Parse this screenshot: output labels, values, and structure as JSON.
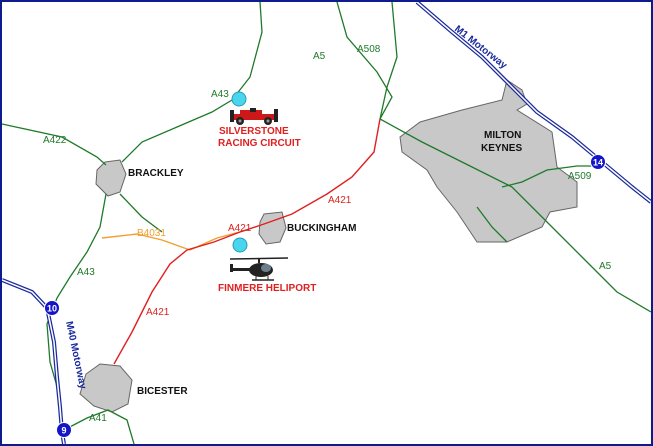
{
  "colors": {
    "green_road": "#1f7a2a",
    "red_road": "#e02020",
    "orange_road": "#f0a030",
    "motorway": "#1a2a9c",
    "town_fill": "#c8c8c8",
    "town_stroke": "#666666",
    "poi_text": "#e02020",
    "marker": "#49d5ee",
    "junction": "#1414c8"
  },
  "roads": {
    "a43_north": "A43",
    "a5_north": "A5",
    "a508": "A508",
    "a422": "A422",
    "a421_east": "A421",
    "a421_mid": "A421",
    "a421_south": "A421",
    "b4031": "B4031",
    "a43_south": "A43",
    "a41": "A41",
    "a509": "A509",
    "a5_south": "A5"
  },
  "motorways": {
    "m1": "M1 Motorway",
    "m40": "M40 Motorway"
  },
  "junctions": {
    "j14": "14",
    "j10": "10",
    "j9": "9"
  },
  "towns": {
    "brackley": "BRACKLEY",
    "buckingham": "BUCKINGHAM",
    "bicester": "BICESTER",
    "milton_keynes_line1": "MILTON",
    "milton_keynes_line2": "KEYNES"
  },
  "pois": {
    "silverstone_line1": "SILVERSTONE",
    "silverstone_line2": "RACING CIRCUIT",
    "finmere": "FINMERE HELIPORT"
  },
  "icons": {
    "racing_car": "racing-car-icon",
    "helicopter": "helicopter-icon"
  }
}
